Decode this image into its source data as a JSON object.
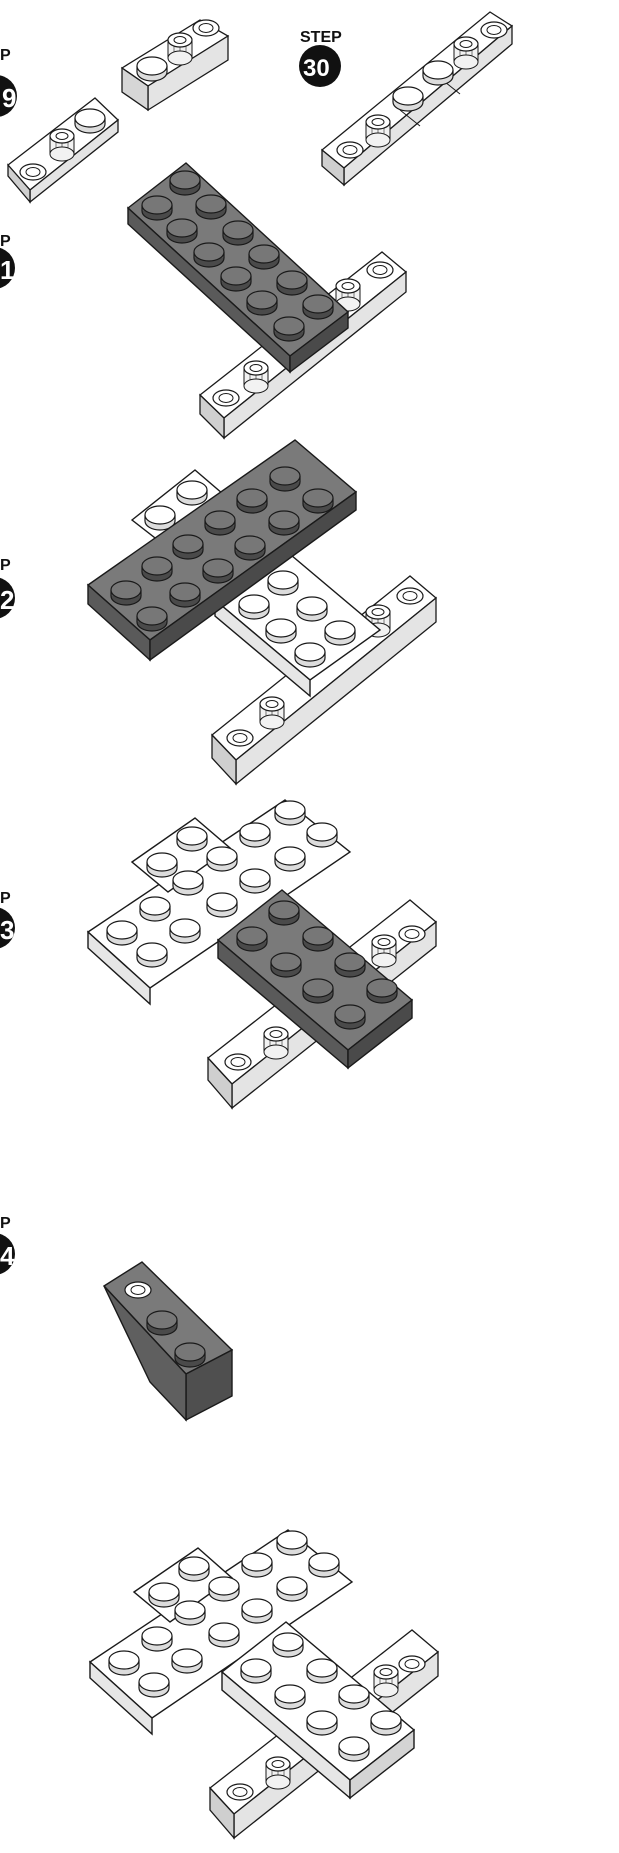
{
  "page": {
    "steps": [
      {
        "word": "P",
        "number": "9"
      },
      {
        "word": "STEP",
        "number": "30"
      },
      {
        "word": "P",
        "number": "1"
      },
      {
        "word": "P",
        "number": "2"
      },
      {
        "word": "P",
        "number": "3"
      },
      {
        "word": "P",
        "number": "4"
      }
    ]
  },
  "colors": {
    "background": "#ffffff",
    "white_brick": "#ffffff",
    "gray_brick": "#6e6e6e",
    "outline": "#1a1a1a",
    "badge": "#111111"
  }
}
